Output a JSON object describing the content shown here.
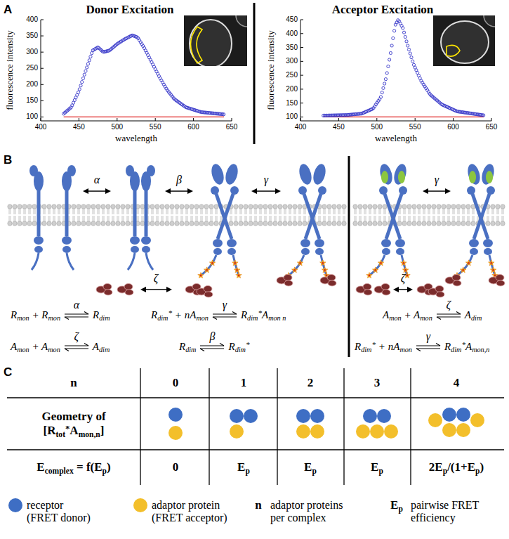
{
  "diagram": {
    "labels": [
      "A",
      "Donor Excitation",
      "fluorescence intensity",
      "400",
      "350",
      "300",
      "250",
      "200",
      "150",
      "100",
      "400",
      "450",
      "500",
      "550",
      "600",
      "650",
      "wavelength",
      "Acceptor Excitation",
      "fluorescence intensity",
      "450",
      "400",
      "350",
      "300",
      "250",
      "200",
      "150",
      "100",
      "400",
      "450",
      "500",
      "550",
      "600",
      "650",
      "wavelength",
      "B",
      "α",
      "β",
      "γ",
      "ζ",
      "γ",
      "ζ",
      "Rmon + Rmon",
      "α",
      "Rdim",
      "Rdim* + nAmon",
      "γ",
      "Rdim*Amon n",
      "Amon + Amon",
      "ζ",
      "Adim",
      "Rdim",
      "β",
      "Rdim*",
      "Amon + Amon",
      "ζ",
      "Adim",
      "Rdim* + nAmon",
      "γ",
      "Rdim*Amon,n",
      "C",
      "n",
      "0",
      "1",
      "2",
      "3",
      "4",
      "Geometry of [Rtot*Amon,n]",
      "Ecomplex = f(Ep)",
      "0",
      "Ep",
      "Ep",
      "Ep",
      "2Ep/(1+Ep)",
      "n",
      "Ep"
    ],
    "legend": [
      {
        "text": "receptor (FRET donor)",
        "color": "#3e6ec4"
      },
      {
        "text": "adaptor protein (FRET acceptor)",
        "color": "#f3bf2b"
      },
      {
        "text": "adaptor proteins per complex"
      },
      {
        "text": "pairwise FRET efficiency"
      }
    ]
  }
}
